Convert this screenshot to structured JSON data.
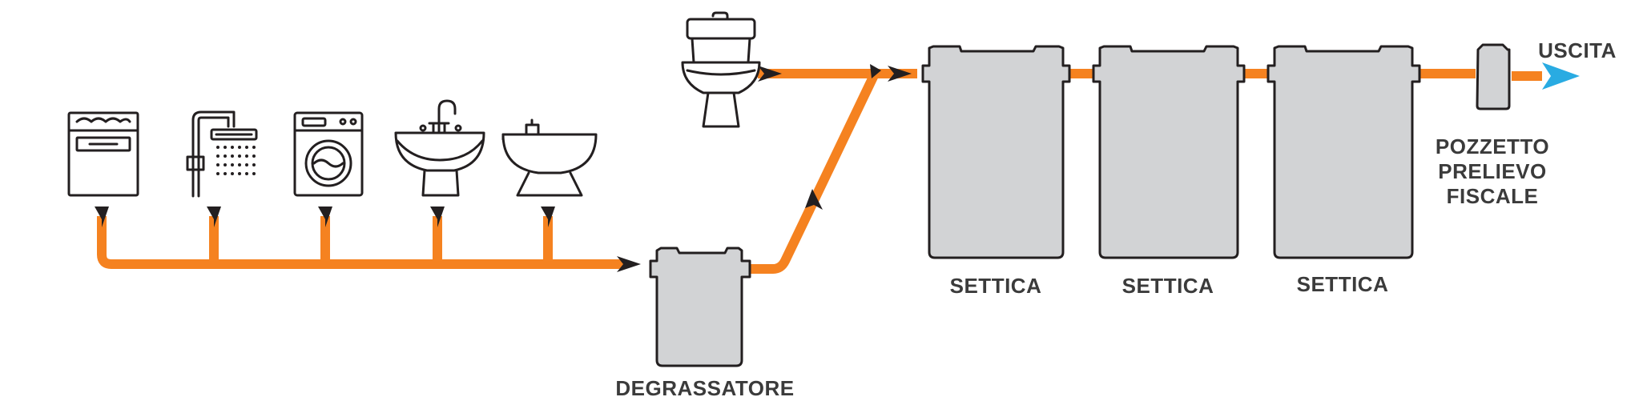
{
  "colors": {
    "pipe": "#f58220",
    "tank_fill": "#d2d3d5",
    "tank_stroke": "#231f20",
    "arrow": "#231f20",
    "outlet_arrow": "#29abe2",
    "label_text": "#3b3b3b"
  },
  "fixtures": [
    {
      "name": "dishwasher",
      "icon": "dishwasher-icon"
    },
    {
      "name": "shower",
      "icon": "shower-icon"
    },
    {
      "name": "washing-machine",
      "icon": "washing-machine-icon"
    },
    {
      "name": "washbasin",
      "icon": "sink-icon"
    },
    {
      "name": "bidet",
      "icon": "bidet-icon"
    }
  ],
  "toilet": {
    "icon": "toilet-icon"
  },
  "labels": {
    "degrassatore": "DEGRASSATORE",
    "settica_1": "SETTICA",
    "settica_2": "SETTICA",
    "settica_3": "SETTICA",
    "pozzetto_line1": "POZZETTO",
    "pozzetto_line2": "PRELIEVO",
    "pozzetto_line3": "FISCALE",
    "uscita": "USCITA"
  }
}
